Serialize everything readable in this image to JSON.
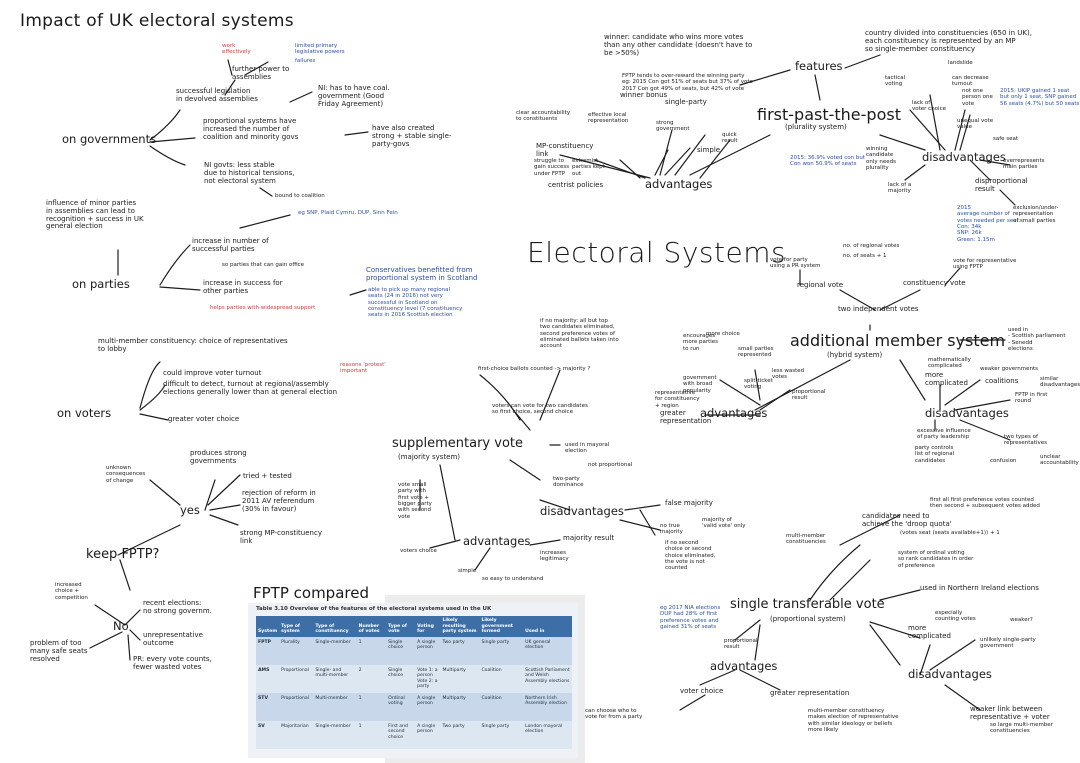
{
  "impact": {
    "title": "Impact of UK electoral systems",
    "gov": {
      "hub": "on governments",
      "work_effectively": "work\neffectively",
      "limited_powers": "limited primary\nlegislative powers",
      "failures": "failures",
      "further_power": "further power to\nassemblies",
      "successful_legislation": "successful legislation\nin devolved assemblies",
      "ni_coalition": "NI: has to have coal.\ngovernment (Good\nFriday Agreement)",
      "pr_increased": "proportional systems have\nincreased the number of\ncoalition and minority govs",
      "also_created": "have also created\nstrong + stable single-\nparty-govs",
      "ni_less_stable": "NI govts: less stable\ndue to historical tensions,\nnot electoral system",
      "bound_coalition": "bound to coalition"
    },
    "parties": {
      "hub": "on parties",
      "minor": "influence of minor parties\nin assemblies can lead to\nrecognition + success in UK\ngeneral election",
      "eg": "eg SNP, Plaid Cymru, DUP, Sinn Fein",
      "increase_number": "increase in number of\nsuccessful parties",
      "gain_office": "so parties that can gain office",
      "increase_success": "increase in success for\nother parties",
      "helps": "helps parties with widespread support",
      "conservatives": "Conservatives benefitted from\nproportional system in Scotland",
      "cons_detail": "able to pick up many regional\nseats (24 in 2016) not very\nsuccessful in Scotland on\nconstituency level (7 constituency\nseats in 2016 Scottish election"
    },
    "voters": {
      "hub": "on voters",
      "multi_member": "multi-member constituency: choice of representatives\nto lobby",
      "turnout": "could improve voter turnout",
      "reasons": "reasons 'protest'\nimportant",
      "difficult": "difficult to detect, turnout at regional/assembly\nelections generally lower than at general election",
      "greater_choice": "greater voter choice"
    },
    "keep": {
      "hub": "keep FPTP?",
      "yes": "yes",
      "no": "No",
      "unknown": "unknown\nconsequences\nof change",
      "produces": "produces strong\ngovernments",
      "tried": "tried + tested",
      "rejection": "rejection of reform in\n2011 AV referendum\n(30% in favour)",
      "strong_link": "strong MP-constituency\nlink",
      "increased_choice": "increased\nchoice +\ncompetition",
      "recent": "recent elections:\nno strong governm.",
      "unrepresentative": "unrepresentative\noutcome",
      "safe_seats": "problem of too\nmany safe seats\nresolved",
      "pr_every": "PR: every vote counts,\nfewer wasted votes"
    }
  },
  "center_title": "Electoral Systems",
  "fptp": {
    "hub": "first-past-the-post",
    "hub_sub": "(plurality system)",
    "features": "features",
    "winner_def": "winner: candidate who wins more votes\nthan any other candidate (doesn't have to\nbe >50%)",
    "country_divided": "country divided into constituencies (650 in UK),\neach constituency is represented by an MP\nso single-member constituency",
    "winner_bonus_note": "FPTP tends to over-reward the winning party\neg: 2015 Con got 51% of seats but 37% of vote\n2017 Con got 49% of seats, but 42% of vote",
    "winner_bonus": "winner bonus",
    "single_party": "single-party",
    "clear_accountability": "clear accountability\nto constituents",
    "effective_local": "effective local\nrepresentation",
    "strong_gov": "strong\ngovernment",
    "mp_link": "MP-constituency\nlink",
    "struggle": "struggle to\ngain success\nunder FPTP",
    "extremist": "extremist\nparties kept\nout",
    "simple": "simple",
    "quick": "quick\nresult",
    "centrist": "centrist policies",
    "advantages": "advantages",
    "disadvantages": "disadvantages",
    "tactical": "tactical\nvoting",
    "lack_choice": "lack of\nvoter choice",
    "can_decrease": "can decrease\nturnout",
    "not_one_person": "not one\nperson one\nvote",
    "ukip_note": "2015: UKIP gained 1 seat\nbut only 1 seat, SNP gained\n56 seats (4.7%) but 50 seats",
    "unequal": "unequal vote\nvalue",
    "safe_seat": "safe seat",
    "winning_candidate": "winning\ncandidate\nonly needs\nplurality",
    "lack_majority": "lack of a\nmajority",
    "stat_2015": "2015: 36.9% voted con but\nCon won 50.9% of seats",
    "over_represents": "overrepresents\nmain parties",
    "disproportional": "disproportional\nresult",
    "exclusion": "exclusion/under-\nrepresentation\nof small parties",
    "avg_votes": "2015\naverage number of\nvotes needed per seat:\nCon: 34k\nSNP: 26k\nGreen: 1.15m",
    "landslide": "landslide"
  },
  "ams": {
    "hub": "additional member system",
    "hub_sub": "(hybrid system)",
    "two_votes": "two independent votes",
    "regional_vote": "regional vote",
    "constituency_vote": "constituency vote",
    "party_list": "vote for party\nusing a PR system",
    "no_regional": "no. of regional votes",
    "no_seats": "no. of seats + 1",
    "fptp_rep": "vote for representative\nusing FPTP",
    "used_in": "used in\n- Scottish parliament\n- Senedd\nelections",
    "more_complicated": "more\ncomplicated",
    "coalitions": "coalitions",
    "disadvantages": "disadvantages",
    "fptp_first": "FPTP in first\nround",
    "excessive": "excessive influence\nof party leadership",
    "two_types": "two types of\nrepresentatives",
    "confusion": "confusion",
    "advantages": "advantages",
    "greater_rep": "greater\nrepresentation",
    "proportional": "proportional\nresult",
    "split_ticket": "split-ticket\nvoting",
    "gov_broad": "government\nwith broad\npopularity",
    "encourages": "encourages\nmore parties\nto run",
    "more_choice": "more choice",
    "small_parties": "small parties\nrepresented",
    "less_wasted": "less wasted\nvotes",
    "math": "mathematically\ncomplicated",
    "weaker_gov": "weaker governments",
    "similar": "similar\ndisadvantages",
    "party_controls": "party controls\nlist of regional\ncandidates",
    "unclear": "unclear\naccountability",
    "rep_const": "representative\nfor constituency\n+ region"
  },
  "sv": {
    "hub": "supplementary vote",
    "hub_sub": "(majority system)",
    "no_majority": "if no majority: all but top\ntwo candidates eliminated,\nsecond preference votes of\neliminated ballots taken into\naccount",
    "first_choice": "first-choice ballots counted -> majority ?",
    "two_candidates": "voters can vote for two candidates\nso first choice, second choice",
    "used_in": "used in mayoral\nelection",
    "not_proportional": "not proportional",
    "two_party": "two-party\ndominance",
    "disadvantages": "disadvantages",
    "false_majority": "false majority",
    "no_true": "no true\nmajority",
    "valid_vote": "majority of\n'valid vote' only",
    "no_second": "if no second\nchoice or second\nchoice eliminated,\nthe vote is not\ncounted",
    "small_party": "vote small\nparty with\nfirst vote +\nbigger party\nwith second\nvote",
    "advantages": "advantages",
    "voters_choice": "voters choice",
    "majority_result": "majority result",
    "legitimacy": "increases\nlegitimacy",
    "simple": "simple",
    "easy": "so easy to understand"
  },
  "stv": {
    "hub": "single transferable vote",
    "hub_sub": "(proportional system)",
    "multi_member": "multi-member\nconstituencies",
    "droop": "candidates need to\nachieve the 'droop quota'",
    "first_pref": "first all first preference votes counted\nthen second + subsequent votes added",
    "votes_seat": "(votes seat (seats available+1)) + 1",
    "ordinal": "system of ordinal voting\nso rank candidates in order\nof preference",
    "used_in": "used in Northern Ireland elections",
    "more_complicated": "more\ncomplicated",
    "counting": "especially\ncounting votes",
    "weaker": "weaker?",
    "unlikely": "unlikely single-party\ngovernment",
    "disadvantages": "disadvantages",
    "weaker_link": "weaker link between\nrepresentative + voter",
    "large_multi": "so large multi-member\nconstituencies",
    "eg_2017": "eg 2017 NIA elections\nDUP had 28% of first\npreference votes and\ngained 31% of seats",
    "proportional": "proportional\nresult",
    "advantages": "advantages",
    "voter_choice": "voter choice",
    "greater_rep": "greater representation",
    "choose_vote": "can choose who to\nvote for from a party",
    "makes_election": "multi-member constituency\nmakes election of representative\nwith similar ideology or beliefs\nmore likely"
  },
  "compared": {
    "title": "FPTP compared",
    "caption": "Table 3.10 Overview of the features of the electoral systems used in the UK",
    "headers": [
      "System",
      "Type of system",
      "Type of constituency",
      "Number of votes",
      "Type of vote",
      "Voting for",
      "Likely resulting party system",
      "Likely government formed",
      "Used in"
    ],
    "rows": [
      [
        "FPTP",
        "Plurality",
        "Single-member",
        "1",
        "Single choice",
        "A single person",
        "Two party",
        "Single party",
        "UK general election"
      ],
      [
        "AMS",
        "Proportional",
        "Single- and multi-member",
        "2",
        "Single choice",
        "Vote 1: a person\nVote 2: a party",
        "Multiparty",
        "Coalition",
        "Scottish Parliament and Welsh Assembly elections"
      ],
      [
        "STV",
        "Proportional",
        "Multi-member",
        "1",
        "Ordinal voting",
        "A single person",
        "Multiparty",
        "Coalition",
        "Northern Irish Assembly election"
      ],
      [
        "SV",
        "Majoritarian",
        "Single-member",
        "1",
        "First and second choice",
        "A single person",
        "Two party",
        "Single party",
        "London mayoral election"
      ]
    ]
  }
}
